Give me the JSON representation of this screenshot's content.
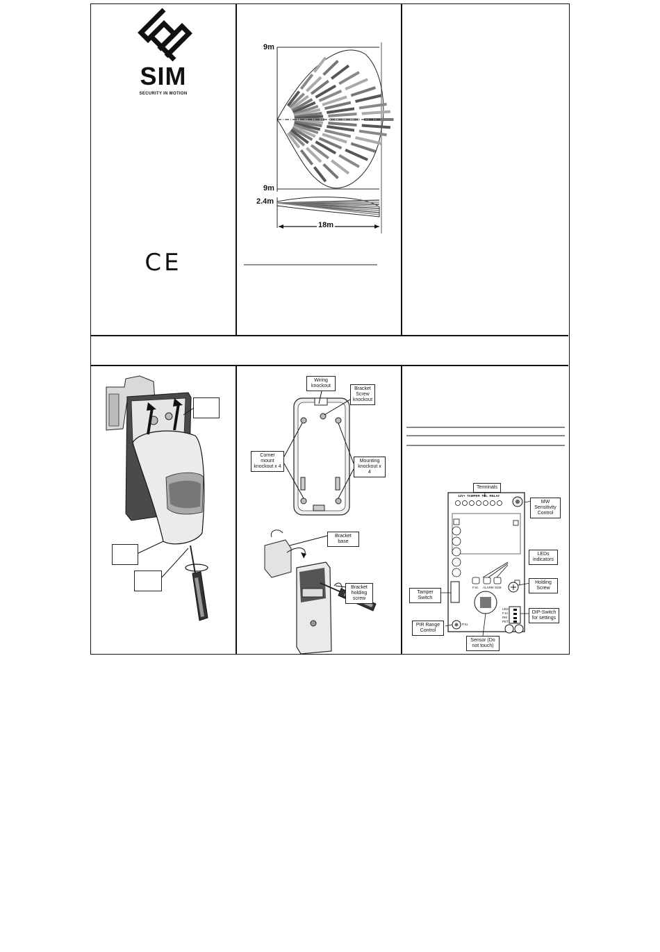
{
  "brand": {
    "name": "SIM",
    "tagline": "SECURITY IN MOTION",
    "ce_mark": "CE"
  },
  "coverage": {
    "top_width_label": "9m",
    "bottom_width_label": "9m",
    "height_label": "2.4m",
    "range_label": "18m"
  },
  "bracket": {
    "wiring_knockout": "Wiring knockout",
    "bracket_screw_knockout": "Bracket Screw knockout",
    "corner_mount_knockout": "Corner mount knockout x 4",
    "mounting_knockout": "Mounting knockout x 4",
    "bracket_base": "Bracket base",
    "bracket_holding_screw": "Bracket holding screw"
  },
  "pcb": {
    "terminals": "Terminals",
    "terminal_strip": "12V+  TAMPER  TBL  RELAY",
    "mw_sensitivity": "MW Sensitivity Control",
    "leds_indicators": "LEDs indicators",
    "led_labels": [
      "F.SI.",
      "ALARM",
      "SGB"
    ],
    "holding_screw": "Holding Screw",
    "tamper_switch": "Tamper Switch",
    "dip_switch": "DIP-Switch for settings",
    "dip_labels": [
      "LED",
      "F.SI.",
      "RM",
      "PET"
    ],
    "pir_range": "PIR Range Control",
    "pir_label": "P.SI.",
    "sensor": "Sensor (Do not touch)"
  }
}
